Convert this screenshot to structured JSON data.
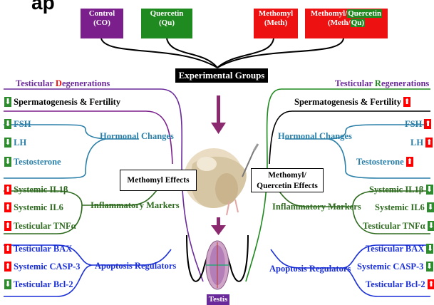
{
  "title_fragment": "ap",
  "groups": [
    {
      "name": "Control",
      "abbr": "(CO)",
      "color": "#7a1f8c"
    },
    {
      "name": "Quercetin",
      "abbr": "(Qu)",
      "color": "#1f8a1f"
    },
    {
      "name": "Methomyl",
      "abbr": "(Meth)",
      "color": "#ee1111"
    },
    {
      "name_a": "Methomyl",
      "name_sep": "/",
      "name_b": "Quercetin",
      "abbr_a": "(Meth",
      "abbr_sep": "/",
      "abbr_b": "Qu)",
      "color_a": "#ee1111",
      "color_b": "#1f8a1f"
    }
  ],
  "experimental_groups": "Experimental Groups",
  "left": {
    "degeneration": {
      "pre": "Testicular ",
      "D": "D",
      "post": "egenerations"
    },
    "effects_label": "Methomyl Effects",
    "spermatogenesis": "Spermatogenesis & Fertility",
    "hormones": [
      "FSH",
      "LH",
      "Testosterone"
    ],
    "hormonal_changes": "Hormonal Changes",
    "inflammatory": [
      "Systemic IL1β",
      "Systemic IL6",
      "Testicular TNFα"
    ],
    "inflammatory_markers": "Inflammatory Markers",
    "apoptosis": [
      "Testicular BAX",
      "Systemic CASP-3",
      "Testicular Bcl-2"
    ],
    "apoptosis_regulators": "Apoptosis Regulators",
    "arrows": {
      "spermatogenesis": "down",
      "hormones": [
        "down",
        "down",
        "down"
      ],
      "inflammatory": [
        "up",
        "up",
        "up"
      ],
      "apoptosis": [
        "up",
        "up",
        "down"
      ]
    }
  },
  "right": {
    "regeneration": {
      "pre": "Testicular ",
      "R": "R",
      "post": "egenerations"
    },
    "effects_label_1": "Methomyl/",
    "effects_label_2": "Quercetin Effects",
    "spermatogenesis": "Spermatogenesis & Fertility",
    "hormones": [
      "FSH",
      "LH",
      "Testosterone"
    ],
    "hormonal_changes": "Hormonal Changes",
    "inflammatory": [
      "Systemic IL1β",
      "Systemic IL6",
      "Testicular TNFα"
    ],
    "inflammatory_markers": "Inflammatory Markers",
    "apoptosis": [
      "Testicular BAX",
      "Systemic CASP-3",
      "Testicular Bcl-2"
    ],
    "apoptosis_regulators": "Apoptosis Regulators",
    "arrows": {
      "spermatogenesis": "up",
      "hormones": [
        "up",
        "up",
        "up"
      ],
      "inflammatory": [
        "down",
        "down",
        "down"
      ],
      "apoptosis": [
        "down",
        "down",
        "up"
      ]
    }
  },
  "testis_label": "Testis",
  "colors": {
    "purple": "#7a1f8c",
    "green": "#2e6b1f",
    "teal": "#2a7fa8",
    "blue": "#1a2fd6",
    "red": "#ee1111",
    "black_box": "#000000",
    "arrow": "#8b2a6e"
  }
}
